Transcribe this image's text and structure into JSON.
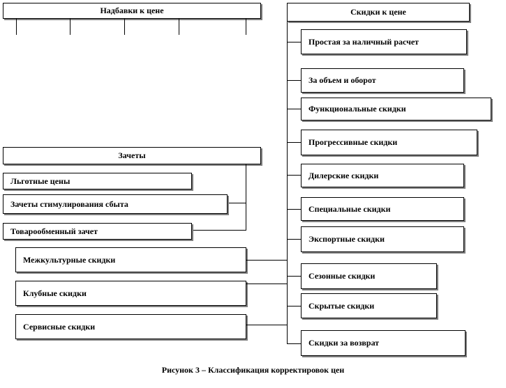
{
  "nadbavki": {
    "title": "Надбавки к цене"
  },
  "skidki": {
    "title": "Скидки к цене",
    "items": [
      "Простая за наличный  расчет",
      "За объем и оборот",
      "Функциональные скидки",
      "Прогрессивные скидки",
      "Дилерские скидки",
      "Специальные скидки",
      "Экспортные скидки",
      "Сезонные скидки",
      "Скрытые скидки",
      "Скидки  за возврат"
    ]
  },
  "zachety": {
    "title": "Зачеты",
    "items": [
      "Льготные цены",
      "Зачеты стимулирования сбыта",
      "Товарообменный зачет"
    ]
  },
  "left_skidki": {
    "items": [
      "Межкультурные  скидки",
      "Клубные скидки",
      "Сервисные скидки"
    ]
  },
  "caption": "Рисунок 3 – Классификация корректировок цен"
}
